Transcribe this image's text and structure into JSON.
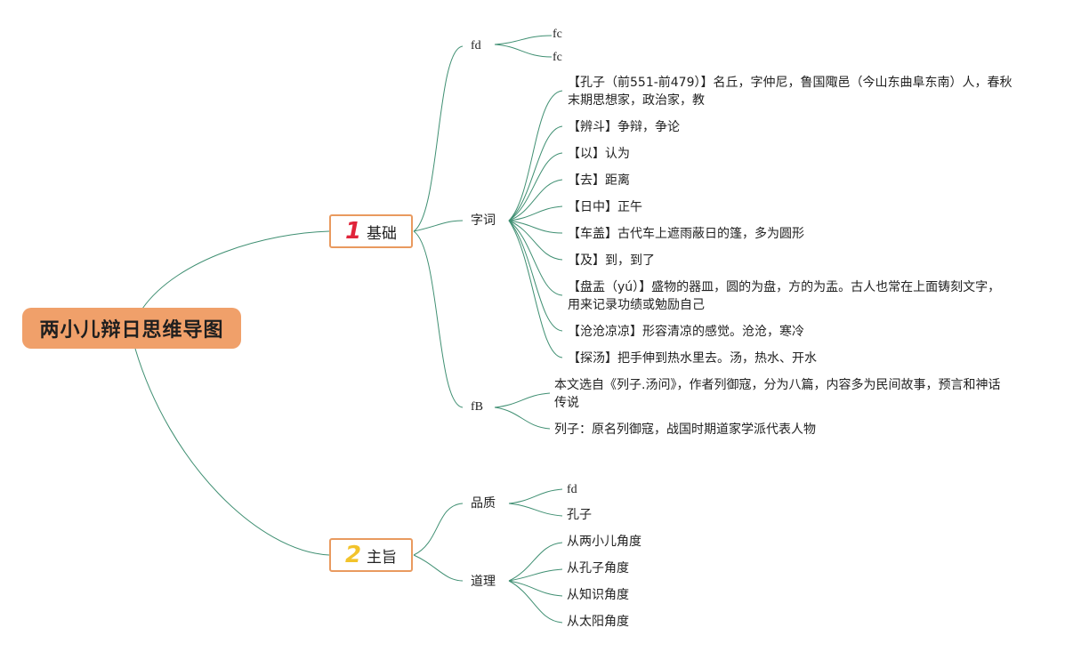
{
  "root": {
    "title": "两小儿辩日思维导图"
  },
  "branches": [
    {
      "number": "1",
      "number_color": "#e0243a",
      "label": "基础"
    },
    {
      "number": "2",
      "number_color": "#f2c32b",
      "label": "主旨"
    }
  ],
  "topics": {
    "fd": "fd",
    "ziyi": "字词",
    "fB": "fB",
    "pinzhi": "品质",
    "daoli": "道理"
  },
  "leaves": {
    "fd_children": [
      "fc",
      "fc"
    ],
    "ziyi_children": [
      "【孔子（前551-前479）】名丘，字仲尼，鲁国陬邑（今山东曲阜东南）人，春秋末期思想家，政治家，教",
      "【辨斗】争辩，争论",
      "【以】认为",
      "【去】距离",
      "【日中】正午",
      "【车盖】古代车上遮雨蔽日的篷，多为圆形",
      "【及】到，到了",
      "【盘盂（yú）】盛物的器皿，圆的为盘，方的为盂。古人也常在上面铸刻文字，用来记录功绩或勉励自己",
      "【沧沧凉凉】形容清凉的感觉。沧沧，寒冷",
      "【探汤】把手伸到热水里去。汤，热水、开水"
    ],
    "fB_children": [
      "本文选自《列子.汤问》，作者列御寇，分为八篇，内容多为民间故事，预言和神话传说",
      "列子：原名列御寇，战国时期道家学派代表人物"
    ],
    "pinzhi_children": [
      "fd",
      "孔子"
    ],
    "daoli_children": [
      "从两小儿角度",
      "从孔子角度",
      "从知识角度",
      "从太阳角度"
    ]
  }
}
